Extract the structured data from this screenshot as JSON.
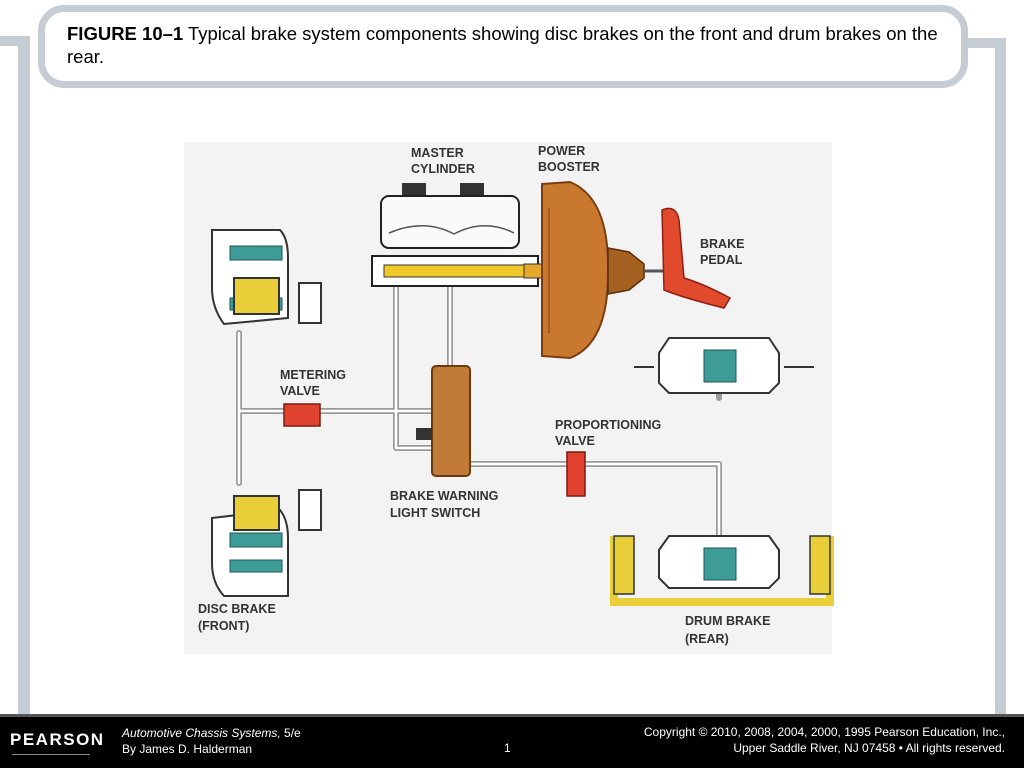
{
  "caption": {
    "label": "FIGURE 10–1",
    "text": " Typical brake system components showing disc brakes on the front and drum brakes on the rear."
  },
  "diagram_labels": {
    "master_cylinder": [
      "MASTER",
      "CYLINDER"
    ],
    "power_booster": [
      "POWER",
      "BOOSTER"
    ],
    "brake_pedal": [
      "BRAKE",
      "PEDAL"
    ],
    "metering_valve": [
      "METERING",
      "VALVE"
    ],
    "proportioning_valve": [
      "PROPORTIONING",
      "VALVE"
    ],
    "brake_warning_switch": [
      "BRAKE WARNING",
      "LIGHT SWITCH"
    ],
    "disc_brake": [
      "DISC BRAKE",
      "(FRONT)"
    ],
    "drum_brake": [
      "DRUM BRAKE",
      "(REAR)"
    ]
  },
  "colors": {
    "frame": "#c5ccd3",
    "booster": "#c9792f",
    "valve_red": "#e0422f",
    "pedal_red": "#e24a2e",
    "shoe_yellow": "#e8cf3a",
    "pad_teal": "#3e9c97"
  },
  "footer": {
    "logo": "PEARSON",
    "book_title": "Automotive Chassis Systems,",
    "edition": " 5/e",
    "author": "By James D. Halderman",
    "page": "1",
    "copyright_line1": "Copyright © 2010, 2008, 2004, 2000, 1995 Pearson Education, Inc.,",
    "copyright_line2": "Upper Saddle River, NJ 07458 • All rights reserved."
  }
}
